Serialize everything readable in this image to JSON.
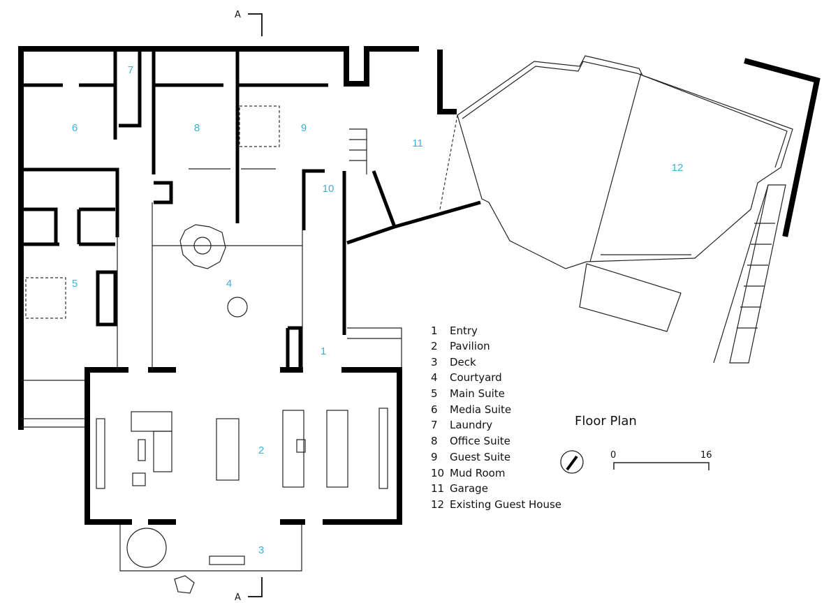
{
  "section_marker": "A",
  "rooms": [
    {
      "num": "1"
    },
    {
      "num": "2"
    },
    {
      "num": "3"
    },
    {
      "num": "4"
    },
    {
      "num": "5"
    },
    {
      "num": "6"
    },
    {
      "num": "7"
    },
    {
      "num": "8"
    },
    {
      "num": "9"
    },
    {
      "num": "10"
    },
    {
      "num": "11"
    },
    {
      "num": "12"
    }
  ],
  "legend": [
    {
      "num": "1",
      "label": "Entry"
    },
    {
      "num": "2",
      "label": "Pavilion"
    },
    {
      "num": "3",
      "label": "Deck"
    },
    {
      "num": "4",
      "label": "Courtyard"
    },
    {
      "num": "5",
      "label": "Main Suite"
    },
    {
      "num": "6",
      "label": "Media Suite"
    },
    {
      "num": "7",
      "label": "Laundry"
    },
    {
      "num": "8",
      "label": "Office Suite"
    },
    {
      "num": "9",
      "label": "Guest Suite"
    },
    {
      "num": "10",
      "label": "Mud Room"
    },
    {
      "num": "11",
      "label": "Garage"
    },
    {
      "num": "12",
      "label": "Existing Guest House"
    }
  ],
  "title": "Floor Plan",
  "scale": {
    "start": "0",
    "end": "16"
  },
  "colors": {
    "room_label": "#3bb3d3",
    "wall": "#000000"
  }
}
